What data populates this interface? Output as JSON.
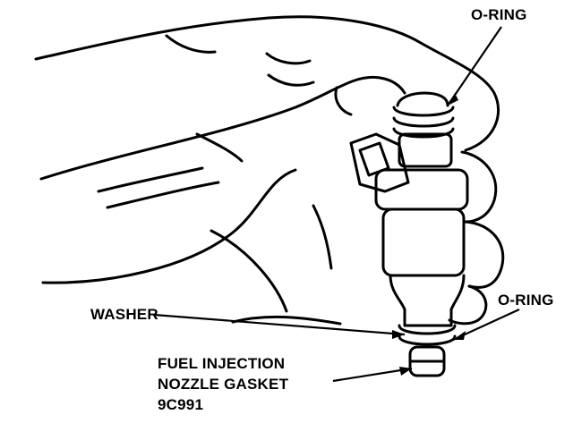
{
  "labels": {
    "oring_top": "O-RING",
    "oring_bottom": "O-RING",
    "washer": "WASHER",
    "gasket_line1": "FUEL INJECTION",
    "gasket_line2": "NOZZLE GASKET",
    "gasket_line3": "9C991"
  },
  "colors": {
    "ink": "#000000",
    "paper": "#ffffff"
  }
}
